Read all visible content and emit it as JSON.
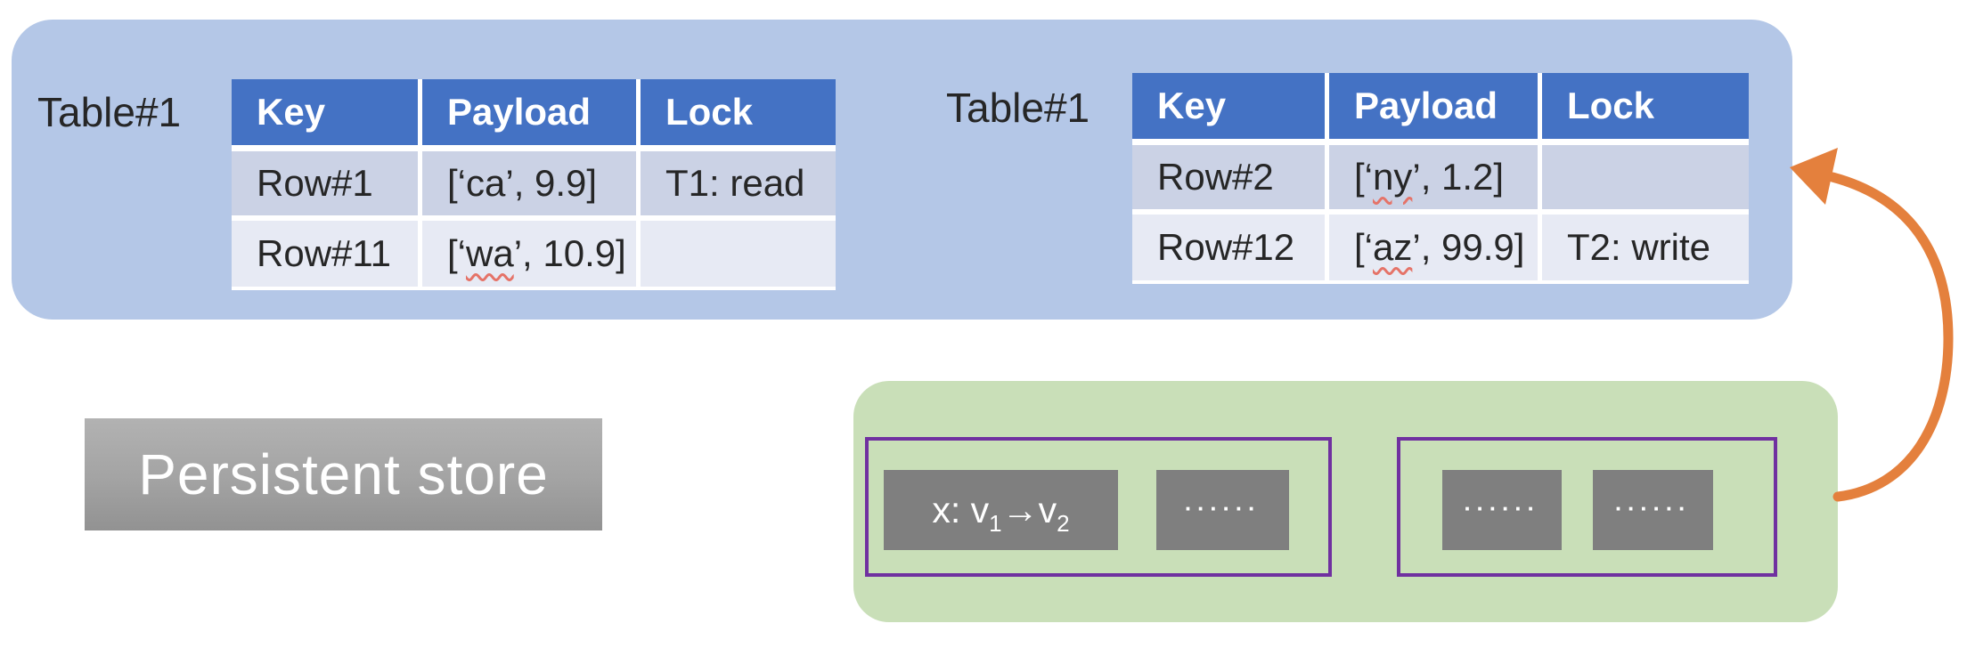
{
  "colors": {
    "container_blue": "#b4c7e7",
    "header_blue": "#4472c4",
    "row_dark": "#cbd2e5",
    "row_light": "#e7eaf4",
    "container_green": "#c9dfb8",
    "group_border_purple": "#7030a0",
    "box_gray": "#7f7f7f",
    "arrow_orange": "#e4803d"
  },
  "memory_region": {
    "tables": [
      {
        "label": "Table#1",
        "headers": [
          "Key",
          "Payload",
          "Lock"
        ],
        "rows": [
          {
            "key": "Row#1",
            "payload_open": "[‘",
            "payload_word": "ca",
            "payload_close": "’, 9.9]",
            "misspelled": false,
            "lock": "T1: read"
          },
          {
            "key": "Row#11",
            "payload_open": "[‘",
            "payload_word": "wa",
            "payload_close": "’, 10.9]",
            "misspelled": true,
            "lock": ""
          }
        ]
      },
      {
        "label": "Table#1",
        "headers": [
          "Key",
          "Payload",
          "Lock"
        ],
        "rows": [
          {
            "key": "Row#2",
            "payload_open": "[‘",
            "payload_word": "ny",
            "payload_close": "’, 1.2]",
            "misspelled": true,
            "lock": ""
          },
          {
            "key": "Row#12",
            "payload_open": "[‘",
            "payload_word": "az",
            "payload_close": "’, 99.9]",
            "misspelled": true,
            "lock": "T2: write"
          }
        ]
      }
    ]
  },
  "persistent_store": {
    "label": "Persistent store"
  },
  "log_region": {
    "groups": [
      {
        "entries": [
          {
            "type": "update",
            "pre": "x: v",
            "sub1": "1",
            "arrow": "→",
            "mid": "v",
            "sub2": "2"
          },
          {
            "type": "dots",
            "text": "......"
          }
        ]
      },
      {
        "entries": [
          {
            "type": "dots",
            "text": "......"
          },
          {
            "type": "dots",
            "text": "......"
          }
        ]
      }
    ]
  }
}
